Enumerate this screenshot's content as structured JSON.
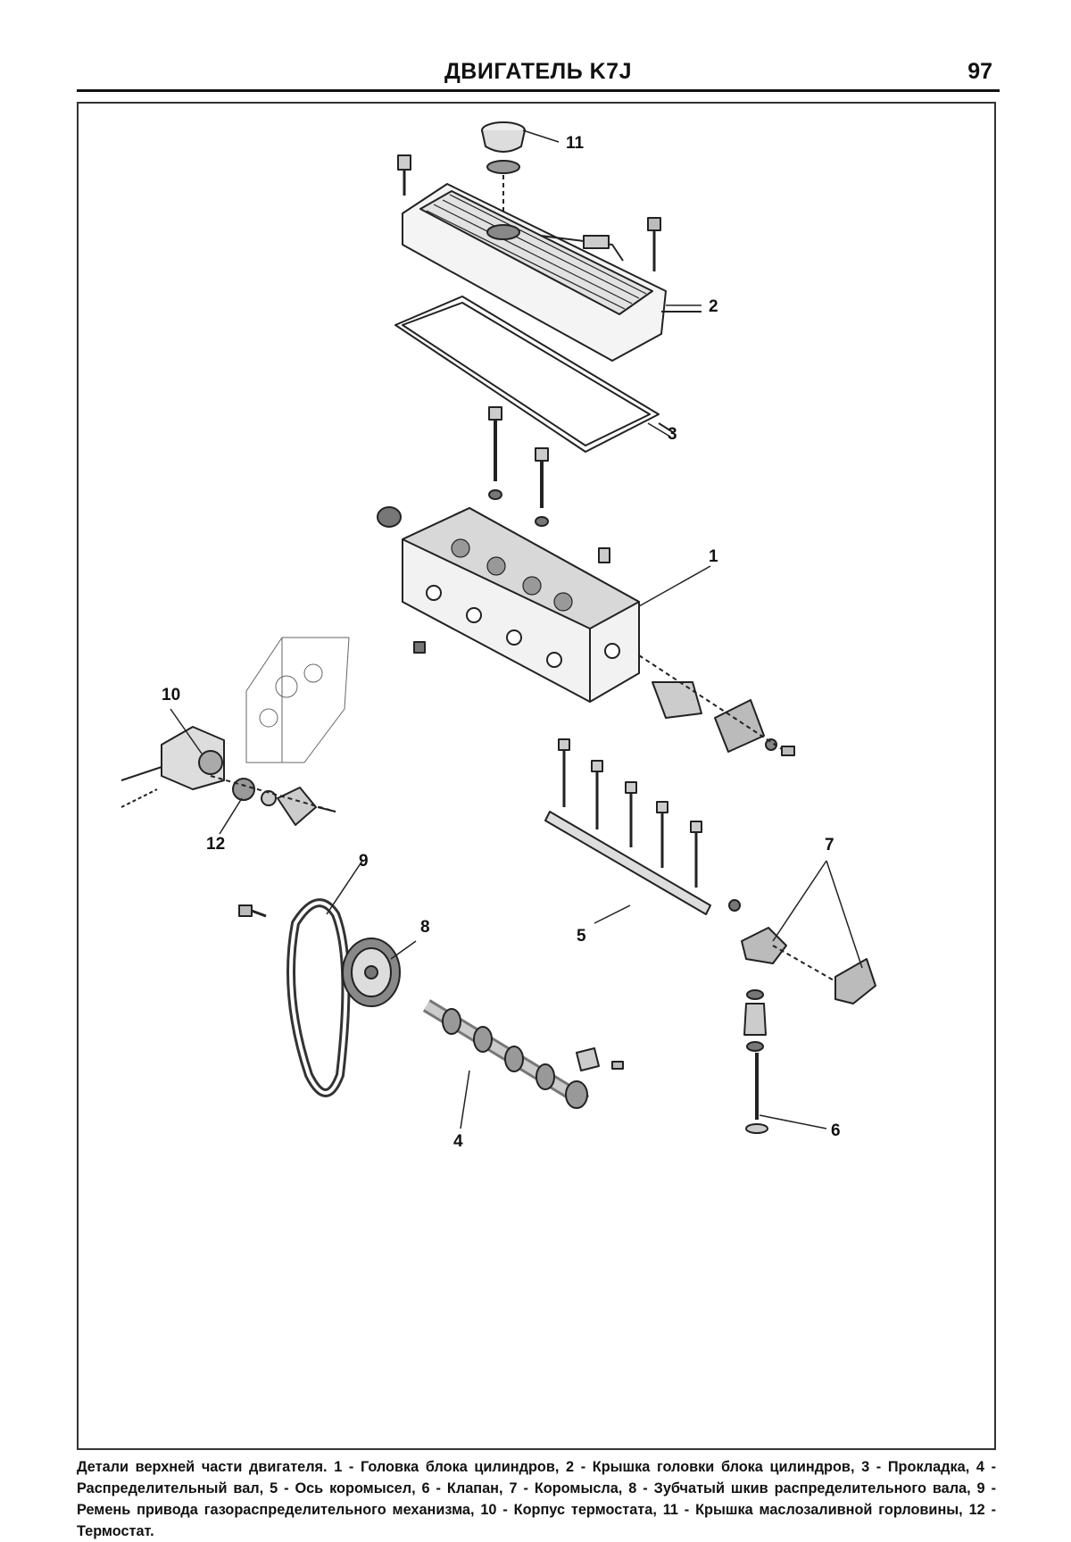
{
  "header": {
    "title": "ДВИГАТЕЛЬ K7J",
    "page_number": "97"
  },
  "callouts": {
    "c1": "1",
    "c2": "2",
    "c3": "3",
    "c4": "4",
    "c5": "5",
    "c6": "6",
    "c7": "7",
    "c8": "8",
    "c9": "9",
    "c10": "10",
    "c11": "11",
    "c12": "12"
  },
  "caption": "Детали верхней части двигателя. 1 - Головка блока цилиндров, 2 - Крышка головки блока цилиндров, 3 - Прокладка, 4 - Распределительный вал, 5 - Ось коромысел, 6 - Клапан, 7 - Коромысла, 8 - Зубчатый шкив распределительного вала, 9 - Ремень привода газораспределительного механизма, 10 - Корпус термостата, 11 - Крышка маслозаливной горловины, 12 - Термостат."
}
